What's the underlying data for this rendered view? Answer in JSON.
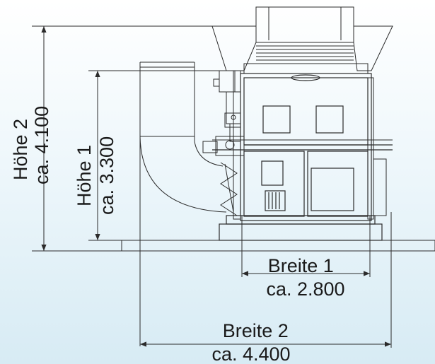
{
  "dimensions": {
    "hoehe_2": {
      "name": "Höhe 2",
      "value": "ca. 4.100"
    },
    "hoehe_1": {
      "name": "Höhe 1",
      "value": "ca. 3.300"
    },
    "breite_1": {
      "name": "Breite 1",
      "value": "ca. 2.800"
    },
    "breite_2": {
      "name": "Breite 2",
      "value": "ca. 4.400"
    }
  },
  "colors": {
    "line": "#2b2b2b",
    "background_top": "#ffffff",
    "background_bottom": "#d7ebf4"
  }
}
